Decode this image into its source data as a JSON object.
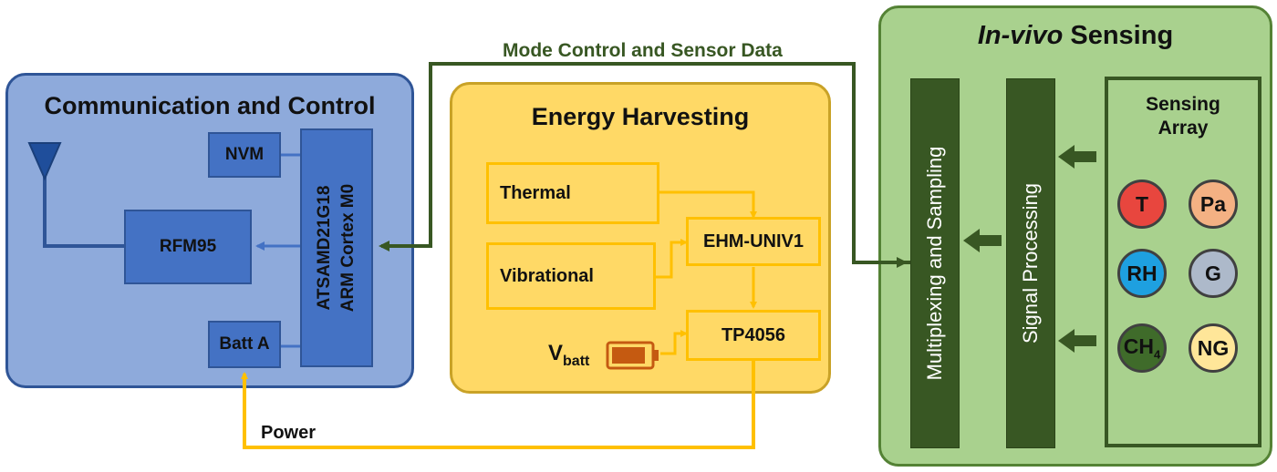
{
  "communication": {
    "title": "Communication and Control",
    "nvm": "NVM",
    "rfm95": "RFM95",
    "batt": "Batt A",
    "mcu_line1": "ATSAMD21G18",
    "mcu_line2": "ARM Cortex M0"
  },
  "energy": {
    "title": "Energy Harvesting",
    "thermal": "Thermal",
    "vibrational": "Vibrational",
    "ehm": "EHM-UNIV1",
    "tp": "TP4056",
    "vbatt_main": "V",
    "vbatt_sub": "batt"
  },
  "invivo": {
    "title_italic": "In-vivo",
    "title_rest": " Sensing",
    "mux": "Multiplexing and Sampling",
    "signal": "Signal Processing",
    "array_line1": "Sensing",
    "array_line2": "Array",
    "sensors": {
      "t": "T",
      "pa": "Pa",
      "rh": "RH",
      "g": "G",
      "ch_main": "CH",
      "ch_sub": "4",
      "ng": "NG"
    }
  },
  "links": {
    "mode_control": "Mode Control and Sensor Data",
    "power": "Power"
  },
  "colors": {
    "comm_fill": "#8eaadb",
    "comm_box": "#4472c4",
    "energy_fill": "#ffd966",
    "energy_line": "#ffc000",
    "invivo_fill": "#a9d18e",
    "invivo_dark": "#385723",
    "sensor_t": "#e8463e",
    "sensor_pa": "#f4b183",
    "sensor_rh": "#1ea0e0",
    "sensor_g": "#adb9ca",
    "sensor_ch4": "#3f6b2a",
    "sensor_ng": "#ffe699"
  },
  "icons": [
    "antenna-icon",
    "peltier-module-icon",
    "vibration-harvester-icon",
    "battery-icon"
  ]
}
